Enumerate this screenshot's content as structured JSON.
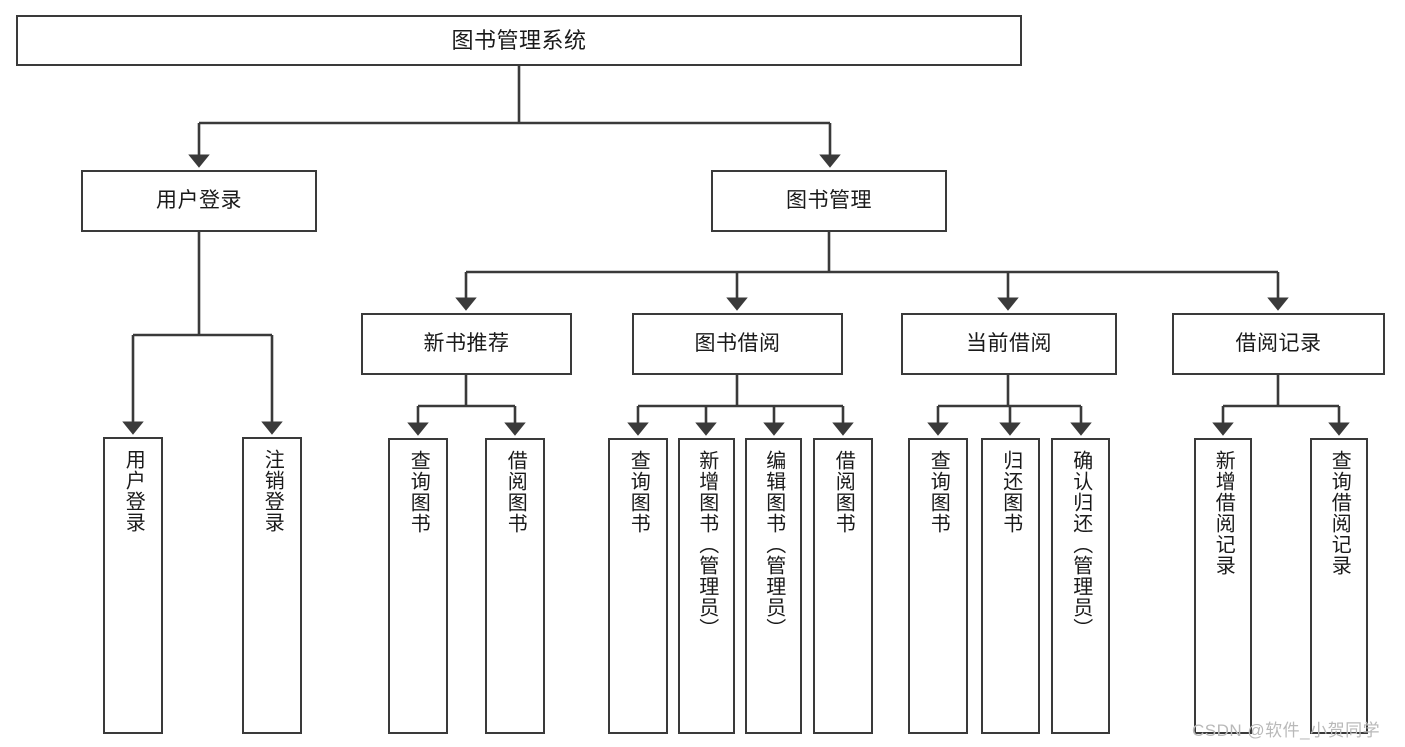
{
  "diagram": {
    "type": "tree-hierarchy",
    "title": "图书管理系统",
    "orientation": "top-down",
    "watermark": "CSDN @软件_小贺同学",
    "colors": {
      "box_border": "#3a3a3a",
      "box_fill": "#ffffff",
      "connector": "#3a3a3a",
      "text": "#1a1a1a",
      "watermark": "#b9b9b9",
      "background": "#ffffff"
    },
    "nodes": {
      "root": {
        "label": "图书管理系统",
        "level": 0
      },
      "level1": [
        {
          "id": "user-login",
          "label": "用户登录"
        },
        {
          "id": "book-manage",
          "label": "图书管理"
        }
      ],
      "level2": [
        {
          "id": "new-book-recommend",
          "label": "新书推荐",
          "parent": "book-manage"
        },
        {
          "id": "book-borrow",
          "label": "图书借阅",
          "parent": "book-manage"
        },
        {
          "id": "current-borrow",
          "label": "当前借阅",
          "parent": "book-manage"
        },
        {
          "id": "borrow-record",
          "label": "借阅记录",
          "parent": "book-manage"
        }
      ],
      "leaves": [
        {
          "id": "leaf-user-login",
          "label": "用户登录",
          "parent": "user-login"
        },
        {
          "id": "leaf-user-logout",
          "label": "注销登录",
          "parent": "user-login"
        },
        {
          "id": "leaf-query-book-1",
          "label": "查询图书",
          "parent": "new-book-recommend"
        },
        {
          "id": "leaf-borrow-book-1",
          "label": "借阅图书",
          "parent": "new-book-recommend"
        },
        {
          "id": "leaf-query-book-2",
          "label": "查询图书",
          "parent": "book-borrow"
        },
        {
          "id": "leaf-add-book",
          "label": "新增图书（管理员）",
          "parent": "book-borrow"
        },
        {
          "id": "leaf-edit-book",
          "label": "编辑图书（管理员）",
          "parent": "book-borrow"
        },
        {
          "id": "leaf-borrow-book-2",
          "label": "借阅图书",
          "parent": "book-borrow"
        },
        {
          "id": "leaf-query-book-3",
          "label": "查询图书",
          "parent": "current-borrow"
        },
        {
          "id": "leaf-return-book",
          "label": "归还图书",
          "parent": "current-borrow"
        },
        {
          "id": "leaf-confirm-return",
          "label": "确认归还（管理员）",
          "parent": "current-borrow"
        },
        {
          "id": "leaf-add-record",
          "label": "新增借阅记录",
          "parent": "borrow-record"
        },
        {
          "id": "leaf-query-record",
          "label": "查询借阅记录",
          "parent": "borrow-record"
        }
      ]
    }
  }
}
